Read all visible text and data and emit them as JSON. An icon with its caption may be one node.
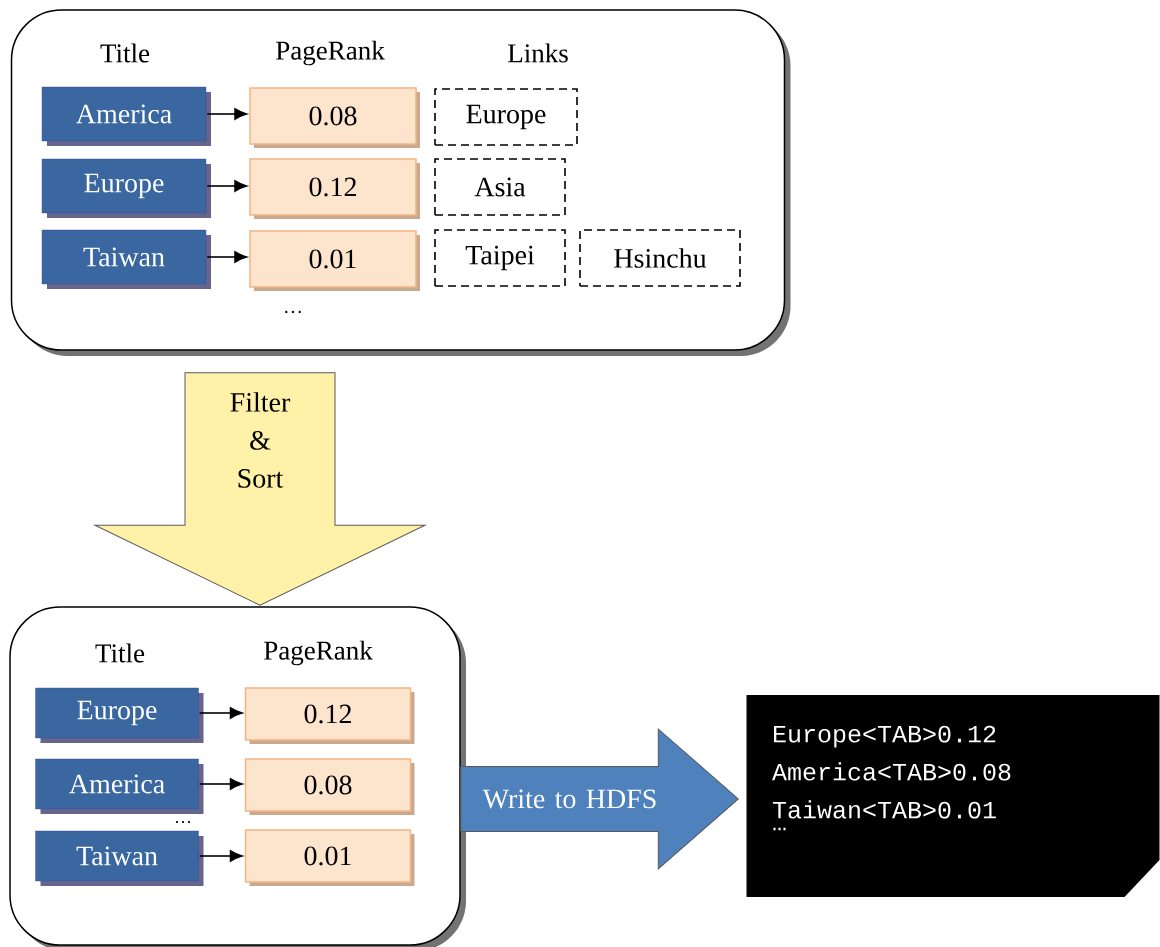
{
  "diagram": {
    "nodes": [
      {
        "text": [
          "Title",
          "PageRank",
          "Links",
          "…"
        ]
      },
      {
        "text": [
          "America"
        ],
        "in": 0
      },
      {
        "text": [
          "0.08"
        ],
        "in": 0
      },
      {
        "text": [
          "Europe"
        ],
        "in": 0
      },
      {
        "text": [
          "Europe"
        ],
        "in": 0
      },
      {
        "text": [
          "0.12"
        ],
        "in": 0
      },
      {
        "text": [
          "Asia"
        ],
        "in": 0
      },
      {
        "text": [
          "Taiwan"
        ],
        "in": 0
      },
      {
        "text": [
          "0.01"
        ],
        "in": 0
      },
      {
        "text": [
          "Taipei"
        ],
        "in": 0
      },
      {
        "text": [
          "Hsinchu"
        ],
        "in": 0
      },
      {
        "text": [
          "Title",
          "PageRank",
          "…"
        ]
      },
      {
        "text": [
          "Europe"
        ],
        "in": 11
      },
      {
        "text": [
          "0.12"
        ],
        "in": 11
      },
      {
        "text": [
          "America"
        ],
        "in": 11
      },
      {
        "text": [
          "0.08"
        ],
        "in": 11
      },
      {
        "text": [
          "Taiwan"
        ],
        "in": 11
      },
      {
        "text": [
          "0.01"
        ],
        "in": 11
      },
      {
        "text": [
          "Europe<TAB>0.12",
          "America<TAB>0.08",
          "Taiwan<TAB>0.01",
          "…"
        ]
      }
    ],
    "edges": [
      {
        "from": 1,
        "to": 2,
        "arrow": "to"
      },
      {
        "from": 4,
        "to": 5,
        "arrow": "to"
      },
      {
        "from": 7,
        "to": 8,
        "arrow": "to"
      },
      {
        "from": 12,
        "to": 13,
        "arrow": "to"
      },
      {
        "from": 14,
        "to": 15,
        "arrow": "to"
      },
      {
        "from": 16,
        "to": 17,
        "arrow": "to"
      },
      {
        "from": 0,
        "to": 11,
        "arrow": "to",
        "label": "Filter & Sort",
        "style": "thick",
        "color": "#fff2a8"
      },
      {
        "from": 11,
        "to": 18,
        "arrow": "to",
        "label": "Write to HDFS",
        "style": "thick",
        "color": "#4f81bd"
      }
    ]
  }
}
